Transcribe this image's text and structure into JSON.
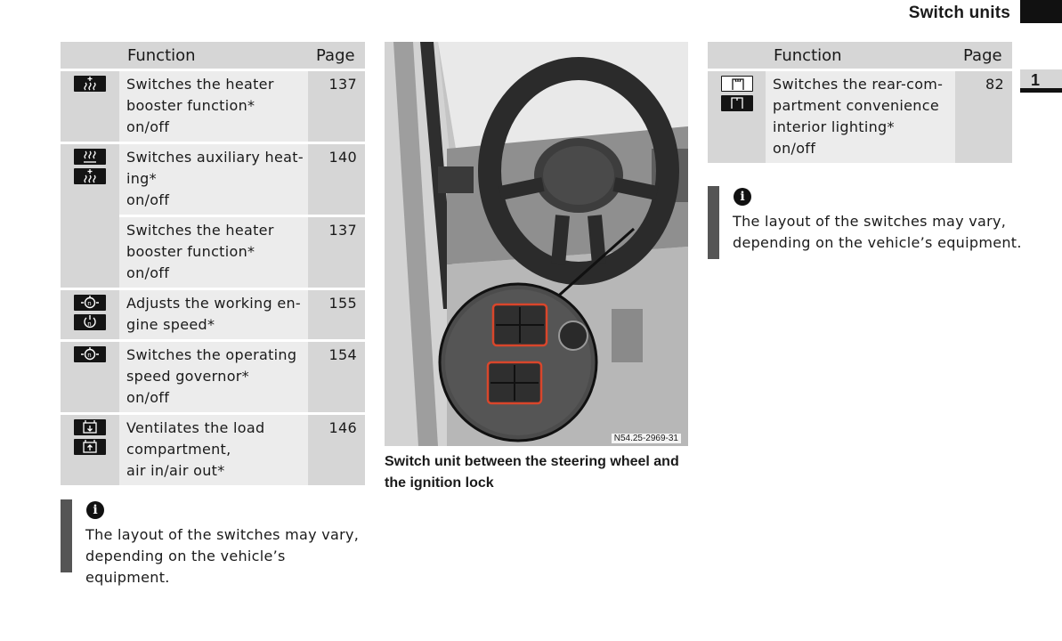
{
  "header": {
    "title": "Switch units",
    "chapter": "1"
  },
  "left_table": {
    "headers": {
      "function": "Function",
      "page": "Page"
    },
    "rows": [
      {
        "icons": [
          "heater-booster-icon"
        ],
        "function": "Switches the heater\nbooster function*\non/off",
        "page": "137"
      },
      {
        "icons": [
          "auxiliary-heating-icon",
          "heater-booster-icon"
        ],
        "function": "Switches auxiliary heat-\ning*\non/off",
        "page": "140"
      },
      {
        "icons": [],
        "function": "Switches the heater\nbooster function*\non/off",
        "page": "137"
      },
      {
        "icons": [
          "working-speed-up-icon",
          "working-speed-down-icon"
        ],
        "function": "Adjusts the working en-\ngine speed*",
        "page": "155"
      },
      {
        "icons": [
          "speed-governor-icon"
        ],
        "function": "Switches the operating\nspeed governor*\non/off",
        "page": "154"
      },
      {
        "icons": [
          "load-air-in-icon",
          "load-air-out-icon"
        ],
        "function": "Ventilates the load\ncompartment,\nair in/air out*",
        "page": "146"
      }
    ]
  },
  "right_table": {
    "headers": {
      "function": "Function",
      "page": "Page"
    },
    "rows": [
      {
        "icons": [
          "rear-light-on-icon",
          "rear-light-off-icon"
        ],
        "function": "Switches the rear-com-\npartment convenience\ninterior lighting*\non/off",
        "page": "82"
      }
    ]
  },
  "notes": {
    "left": "The layout of the switches may vary,\ndepending on the vehicle’s equipment.",
    "right": "The layout of the switches may vary,\ndepending on the vehicle’s equipment."
  },
  "figure": {
    "code": "N54.25-2969-31",
    "caption": "Switch unit between the steering wheel and the ignition lock"
  },
  "colors": {
    "cell_dark": "#d6d6d6",
    "cell_light": "#ececec",
    "note_bar": "#555555",
    "highlight": "#d9462b"
  }
}
